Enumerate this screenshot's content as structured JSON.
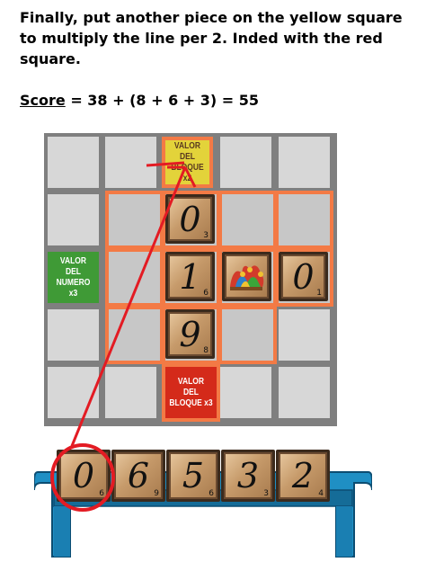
{
  "instruction": {
    "line1": "Finally, put another piece on the yellow square",
    "line2": "to multiply the line per 2. Inded with the red",
    "line3": "square."
  },
  "score": {
    "label": "Score",
    "equation": " = 38 + (8 + 6 + 3) = 55"
  },
  "board": {
    "bonus_yellow": {
      "line1": "VALOR DEL",
      "line2": "BLOQUE x2"
    },
    "bonus_green": {
      "line1": "VALOR DEL",
      "line2": "NUMERO x3"
    },
    "bonus_red": {
      "line1": "VALOR DEL",
      "line2": "BLOQUE x3"
    },
    "tiles": [
      {
        "glyph": "0",
        "points": "3"
      },
      {
        "glyph": "1",
        "points": "6"
      },
      {
        "glyph": "0",
        "points": "1"
      },
      {
        "glyph": "9",
        "points": "8"
      }
    ],
    "joker_icon": "jester-hat-icon"
  },
  "rack": {
    "tiles": [
      {
        "glyph": "0",
        "points": "6"
      },
      {
        "glyph": "6",
        "points": "9"
      },
      {
        "glyph": "5",
        "points": "6"
      },
      {
        "glyph": "3",
        "points": "3"
      },
      {
        "glyph": "2",
        "points": "4"
      }
    ]
  },
  "colors": {
    "highlight_border": "#f37a45",
    "yellow_square": "#e3d33a",
    "green_square": "#3f9a36",
    "red_square": "#d42a1a",
    "rack_blue": "#1f8fc4",
    "annotation_red": "#e31b23"
  }
}
